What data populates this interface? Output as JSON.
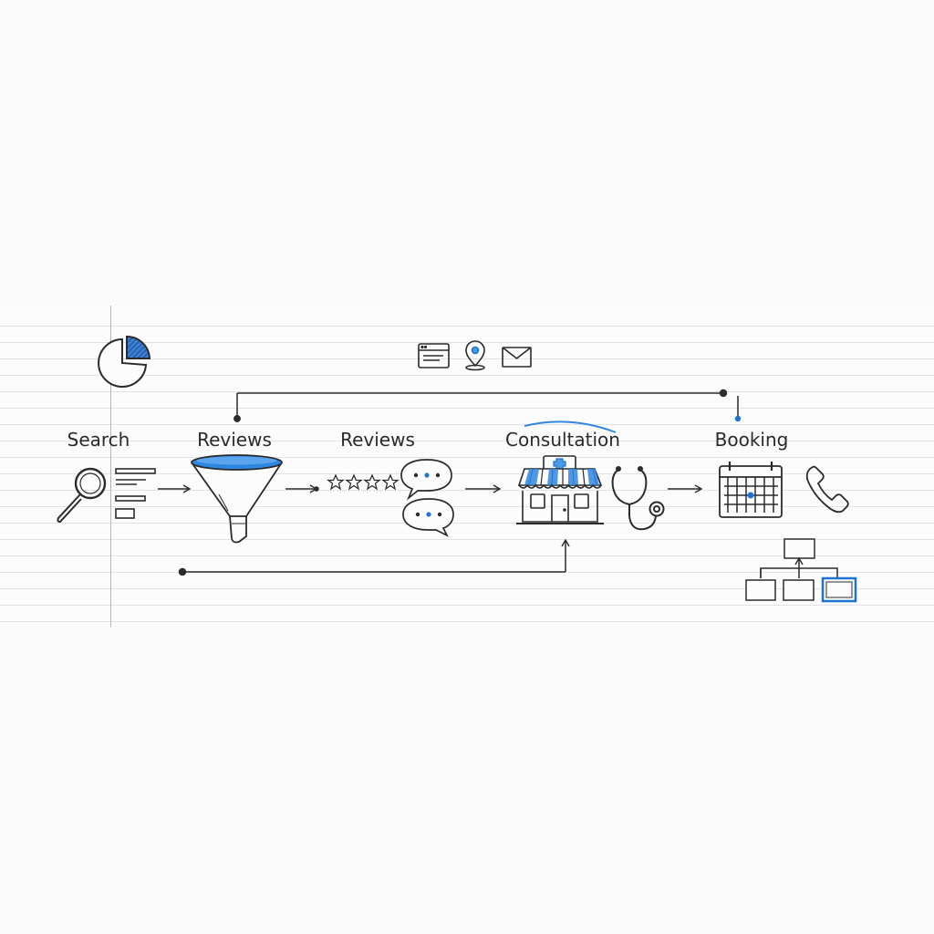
{
  "steps": [
    {
      "id": "search",
      "label": "Search"
    },
    {
      "id": "reviews-1",
      "label": "Reviews"
    },
    {
      "id": "reviews-2",
      "label": "Reviews"
    },
    {
      "id": "consultation",
      "label": "Consultation"
    },
    {
      "id": "booking",
      "label": "Booking"
    }
  ],
  "colors": {
    "ink": "#2b2b2b",
    "accent": "#1f73d1",
    "accent_light": "#4a9be8",
    "margin": "#e7a0a6",
    "rule": "#dfe3e8"
  },
  "icons": [
    "pie-chart-icon",
    "browser-window-icon",
    "map-pin-icon",
    "envelope-icon",
    "magnifier-icon",
    "list-lines-icon",
    "funnel-icon",
    "stars-icon",
    "speech-bubbles-icon",
    "clinic-building-icon",
    "stethoscope-icon",
    "calendar-icon",
    "phone-icon",
    "org-chart-icon"
  ]
}
